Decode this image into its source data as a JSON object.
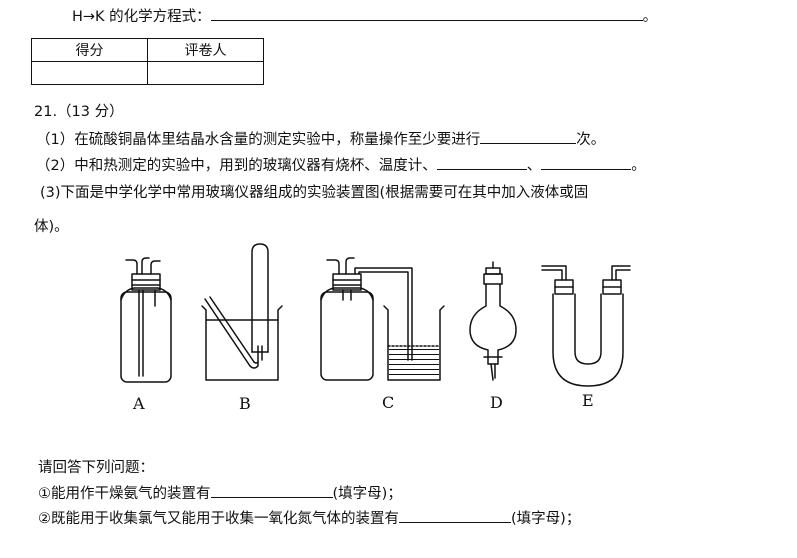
{
  "line_top": {
    "text": "H→K 的化学方程式：",
    "end": "。"
  },
  "score_table": {
    "col1": "得分",
    "col2": "评卷人"
  },
  "q21": {
    "header": "21.（13 分）",
    "p1_a": "（1）在硫酸铜晶体里结晶水含量的测定实验中，称量操作至少要进行",
    "p1_b": "次。",
    "p2_a": "（2）中和热测定的实验中，用到的玻璃仪器有烧杯、温度计、",
    "p2_sep": "、",
    "p2_end": "。",
    "p3_line1": "(3)下面是中学化学中常用玻璃仪器组成的实验装置图(根据需要可在其中加入液体或固",
    "p3_line2": "体)。"
  },
  "apparatus_labels": [
    "A",
    "B",
    "C",
    "D",
    "E"
  ],
  "answer": {
    "intro": "请回答下列问题：",
    "q1_a": "①能用作干燥氨气的装置有",
    "q1_b": "(填字母)；",
    "q2_a": "②既能用于收集氯气又能用于收集一氧化氮气体的装置有",
    "q2_b": "(填字母)；"
  }
}
